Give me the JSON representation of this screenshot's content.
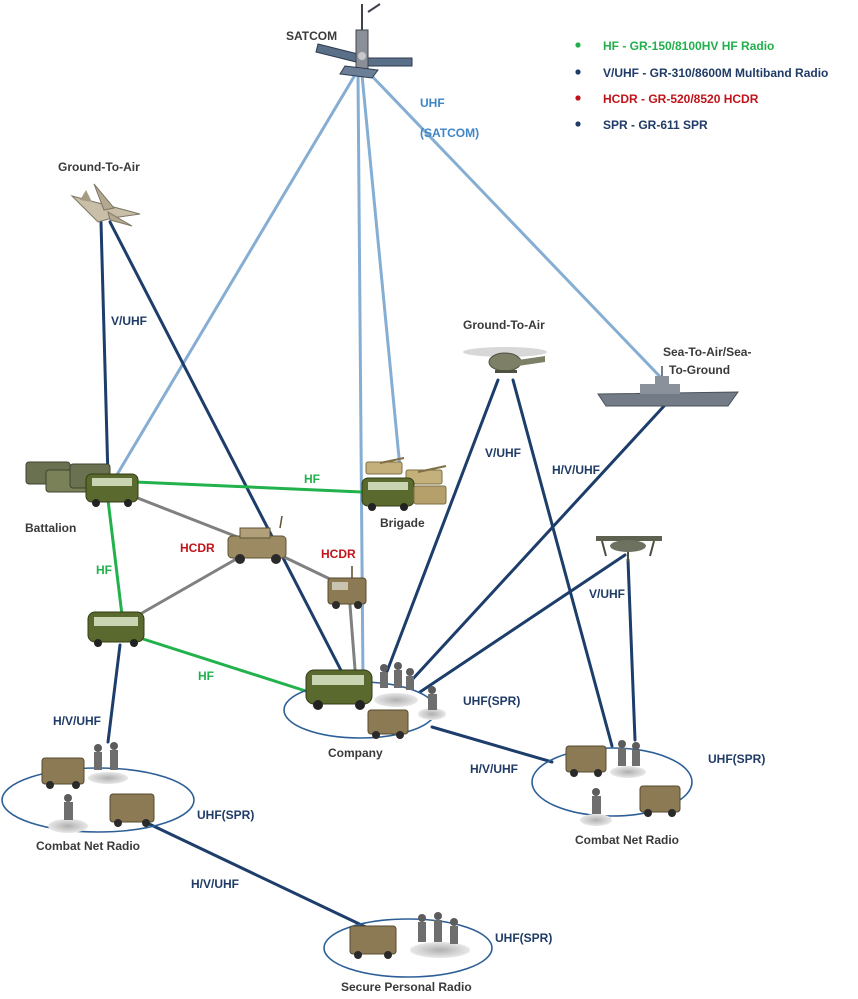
{
  "colors": {
    "satcom_link": "#86aed3",
    "vuhf_link": "#1d3d6b",
    "hf_link": "#22b24c",
    "hcdr_link": "#808080",
    "legend_hf": "#21b04b",
    "legend_vuhf": "#1f3b66",
    "legend_hcdr": "#c0131a",
    "legend_spr": "#1f3b66",
    "net_ellipse": "#2d5f96"
  },
  "legend": {
    "hf": "HF - GR-150/8100HV HF Radio",
    "vuhf": "V/UHF  - GR-310/8600M Multiband Radio",
    "hcdr": "HCDR  - GR-520/8520 HCDR",
    "spr": "SPR - GR-611 SPR"
  },
  "nodes": {
    "satcom": "SATCOM",
    "ground_to_air_jet": "Ground-To-Air",
    "ground_to_air_heli": "Ground-To-Air",
    "sea_line1": "Sea-To-Air/Sea-",
    "sea_line2": "To-Ground",
    "battalion": "Battalion",
    "brigade": "Brigade",
    "company": "Company",
    "combat_net_left": "Combat Net Radio",
    "combat_net_right": "Combat Net Radio",
    "secure_personal": "Secure Personal Radio"
  },
  "links": {
    "uhf_satcom_line1": "UHF",
    "uhf_satcom_line2": "(SATCOM)",
    "vuhf_jet": "V/UHF",
    "vuhf_heli": "V/UHF",
    "hvuhf_ship": "H/V/UHF",
    "vuhf_uav": "V/UHF",
    "hf_batt_brig": "HF",
    "hf_batt_down": "HF",
    "hf_to_company": "HF",
    "hcdr_left": "HCDR",
    "hcdr_right": "HCDR",
    "hvuhf_left_net": "H/V/UHF",
    "hvuhf_company_right": "H/V/UHF",
    "hvuhf_bottom": "H/V/UHF",
    "uhfspr_company": "UHF(SPR)",
    "uhfspr_right": "UHF(SPR)",
    "uhfspr_left": "UHF(SPR)",
    "uhfspr_bottom": "UHF(SPR)"
  }
}
